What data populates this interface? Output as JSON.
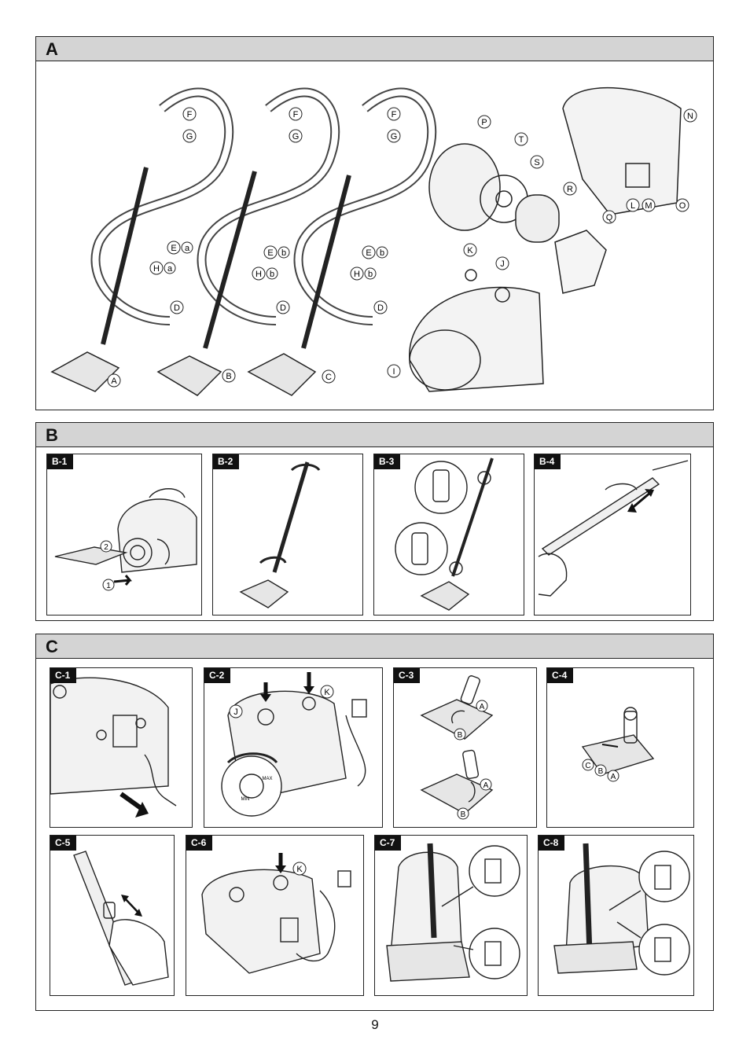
{
  "sections": {
    "a": {
      "letter": "A",
      "callouts": [
        "F",
        "G",
        "F",
        "G",
        "F",
        "G",
        "P",
        "T",
        "S",
        "R",
        "Q",
        "N",
        "L",
        "M",
        "O",
        "K",
        "J",
        "I",
        "A",
        "B",
        "C",
        "D",
        "D",
        "D"
      ],
      "callout_pairs": [
        {
          "main": "E",
          "sub": "a"
        },
        {
          "main": "H",
          "sub": "a"
        },
        {
          "main": "E",
          "sub": "b"
        },
        {
          "main": "H",
          "sub": "b"
        },
        {
          "main": "E",
          "sub": "b"
        },
        {
          "main": "H",
          "sub": "b"
        }
      ]
    },
    "b": {
      "letter": "B",
      "panels": [
        "B-1",
        "B-2",
        "B-3",
        "B-4"
      ],
      "step_numbers": [
        "2",
        "1"
      ]
    },
    "c": {
      "letter": "C",
      "panels": [
        "C-1",
        "C-2",
        "C-3",
        "C-4",
        "C-5",
        "C-6",
        "C-7",
        "C-8"
      ],
      "c2_labels": [
        "K",
        "J"
      ],
      "c2_dial": [
        "MAX",
        "MIN"
      ],
      "c3_labels": [
        "A",
        "B",
        "A",
        "B"
      ],
      "c4_labels": [
        "C",
        "B",
        "A"
      ],
      "c6_labels": [
        "K"
      ]
    }
  },
  "page_number": "9"
}
